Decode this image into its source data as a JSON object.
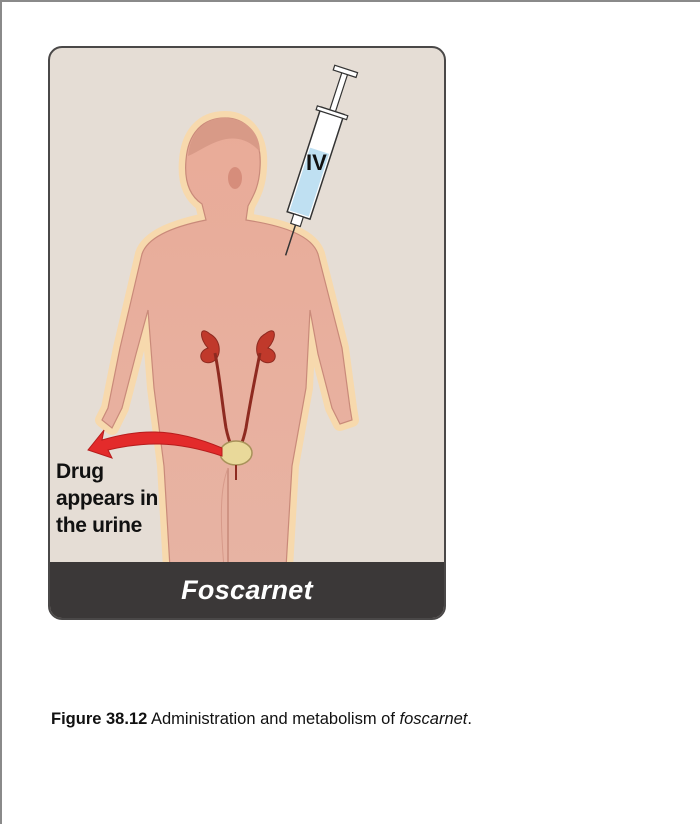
{
  "figure": {
    "route_label": "IV",
    "elimination_label": "Drug\nappears in\nthe urine",
    "drug_name": "Foscarnet"
  },
  "caption": {
    "number": "Figure 38.12",
    "text": " Administration and metabolism of ",
    "drug": "foscarnet",
    "end": "."
  },
  "colors": {
    "card_background": "#e5ddd5",
    "body_skin": "#e8a894",
    "body_glow": "#f6d7a8",
    "kidney": "#c0392b",
    "arrow": "#e32b2b",
    "syringe_fluid": "#bfe0f2",
    "banner": "#3b3838"
  },
  "icons": [
    "human-body-illustration",
    "syringe-icon",
    "kidney-icon",
    "bladder-icon",
    "curved-arrow-icon"
  ]
}
